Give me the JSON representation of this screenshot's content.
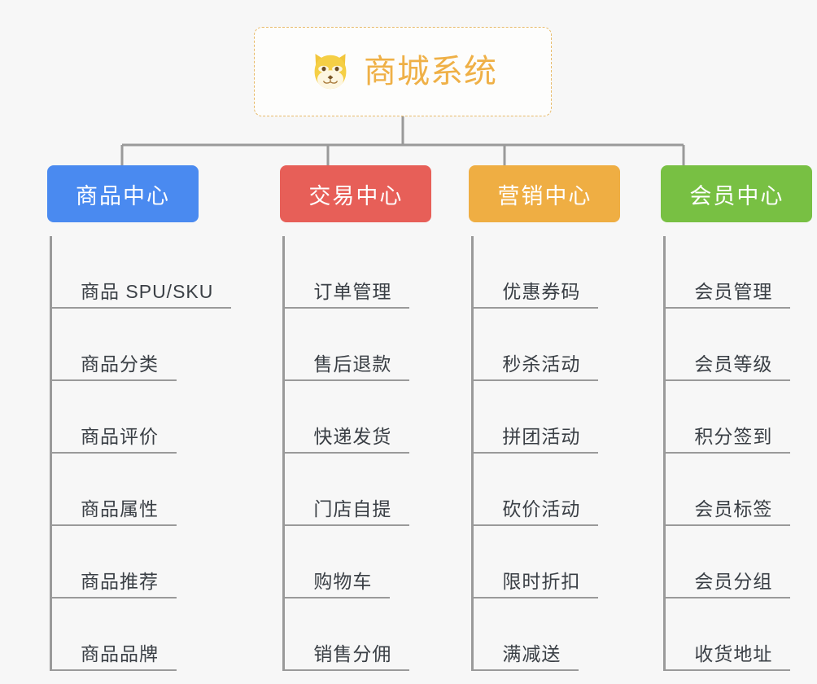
{
  "diagram": {
    "type": "tree-mindmap",
    "background_color": "#f7f7f7",
    "connector_color": "#9a9a9a",
    "root": {
      "title": "商城系统",
      "icon": "shiba-inu-dog-face-icon",
      "border_color": "#e8bb6a",
      "text_color": "#efb046",
      "background_color": "#fdfdfc"
    },
    "columns": [
      {
        "header": "商品中心",
        "color": "#4a8af0",
        "items": [
          "商品 SPU/SKU",
          "商品分类",
          "商品评价",
          "商品属性",
          "商品推荐",
          "商品品牌"
        ]
      },
      {
        "header": "交易中心",
        "color": "#e75f58",
        "items": [
          "订单管理",
          "售后退款",
          "快递发货",
          "门店自提",
          "购物车",
          "销售分佣"
        ]
      },
      {
        "header": "营销中心",
        "color": "#efae43",
        "items": [
          "优惠券码",
          "秒杀活动",
          "拼团活动",
          "砍价活动",
          "限时折扣",
          "满减送"
        ]
      },
      {
        "header": "会员中心",
        "color": "#78c043",
        "items": [
          "会员管理",
          "会员等级",
          "积分签到",
          "会员标签",
          "会员分组",
          "收货地址"
        ]
      }
    ]
  }
}
